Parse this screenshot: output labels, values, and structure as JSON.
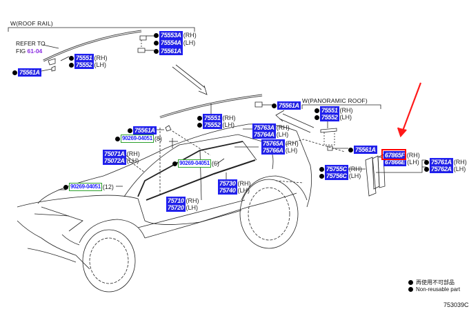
{
  "sections": {
    "roof_rail": "W(ROOF RAIL)",
    "panoramic_roof": "W(PANORAMIC ROOF)"
  },
  "refer": {
    "line1": "REFER TO",
    "fig_prefix": "FIG ",
    "fig_link": "61-04"
  },
  "parts": [
    {
      "id": "p1",
      "number": "75553A",
      "suffix": "(RH)",
      "type": "blue",
      "dot": true
    },
    {
      "id": "p2",
      "number": "75554A",
      "suffix": "(LH)",
      "type": "blue",
      "dot": true
    },
    {
      "id": "p3",
      "number": "75561A",
      "suffix": "",
      "type": "blue",
      "dot": true
    },
    {
      "id": "p4",
      "number": "75551",
      "suffix": "(RH)",
      "type": "blue",
      "dot": true
    },
    {
      "id": "p5",
      "number": "75552",
      "suffix": "(LH)",
      "type": "blue",
      "dot": true
    },
    {
      "id": "p6",
      "number": "75561A",
      "suffix": "",
      "type": "blue",
      "dot": true
    },
    {
      "id": "p7",
      "number": "75561A",
      "suffix": "",
      "type": "blue",
      "dot": true
    },
    {
      "id": "p8",
      "number": "75551",
      "suffix": "(RH)",
      "type": "blue",
      "dot": true
    },
    {
      "id": "p9",
      "number": "75552",
      "suffix": "(LH)",
      "type": "blue",
      "dot": true
    },
    {
      "id": "p10",
      "number": "75561A",
      "suffix": "",
      "type": "blue",
      "dot": true
    },
    {
      "id": "p11",
      "number": "90269-04051",
      "suffix": "(8)",
      "type": "green",
      "dot": true
    },
    {
      "id": "p12",
      "number": "75763A",
      "suffix": "(RH)",
      "type": "blue",
      "dot": false
    },
    {
      "id": "p13",
      "number": "75764A",
      "suffix": "(LH)",
      "type": "blue",
      "dot": false
    },
    {
      "id": "p14",
      "number": "75765A",
      "suffix": "(RH)",
      "type": "blue",
      "dot": false
    },
    {
      "id": "p15",
      "number": "75766A",
      "suffix": "(LH)",
      "type": "blue",
      "dot": false
    },
    {
      "id": "p16",
      "number": "75071A",
      "suffix": "(RH)",
      "type": "blue",
      "dot": false
    },
    {
      "id": "p17",
      "number": "75072A",
      "suffix": "(LH)",
      "type": "blue",
      "dot": false
    },
    {
      "id": "p18",
      "number": "90269-04051",
      "suffix": "(6)",
      "type": "green",
      "dot": true
    },
    {
      "id": "p19",
      "number": "90269-04051",
      "suffix": "(12)",
      "type": "green",
      "dot": true
    },
    {
      "id": "p20",
      "number": "75710",
      "suffix": "(RH)",
      "type": "blue",
      "dot": false
    },
    {
      "id": "p21",
      "number": "75720",
      "suffix": "(LH)",
      "type": "blue",
      "dot": false
    },
    {
      "id": "p22",
      "number": "75730",
      "suffix": "(RH)",
      "type": "blue",
      "dot": false
    },
    {
      "id": "p23",
      "number": "75740",
      "suffix": "(LH)",
      "type": "blue",
      "dot": false
    },
    {
      "id": "p24",
      "number": "75551",
      "suffix": "(RH)",
      "type": "blue",
      "dot": true
    },
    {
      "id": "p25",
      "number": "75552",
      "suffix": "(LH)",
      "type": "blue",
      "dot": true
    },
    {
      "id": "p26",
      "number": "75561A",
      "suffix": "",
      "type": "blue",
      "dot": true
    },
    {
      "id": "p27",
      "number": "75755C",
      "suffix": "(RH)",
      "type": "blue",
      "dot": true
    },
    {
      "id": "p28",
      "number": "75756C",
      "suffix": "(LH)",
      "type": "blue",
      "dot": true
    },
    {
      "id": "p29",
      "number": "67865F",
      "suffix": "(RH)",
      "type": "blue",
      "dot": false,
      "highlighted": true
    },
    {
      "id": "p30",
      "number": "67866E",
      "suffix": "(LH)",
      "type": "blue",
      "dot": false
    },
    {
      "id": "p31",
      "number": "75761A",
      "suffix": "(RH)",
      "type": "blue",
      "dot": true
    },
    {
      "id": "p32",
      "number": "75762A",
      "suffix": "(LH)",
      "type": "blue",
      "dot": true
    }
  ],
  "legend": {
    "jp": "再使用不可部品",
    "en": "Non-reusable part"
  },
  "figure_id": "753039C",
  "colors": {
    "part_box_fill": "#2323e0",
    "part_box_border": "#1a1aff",
    "clip_box_border": "#2aa02a",
    "highlight": "#ff0000",
    "fig_link": "#8a2be2"
  }
}
